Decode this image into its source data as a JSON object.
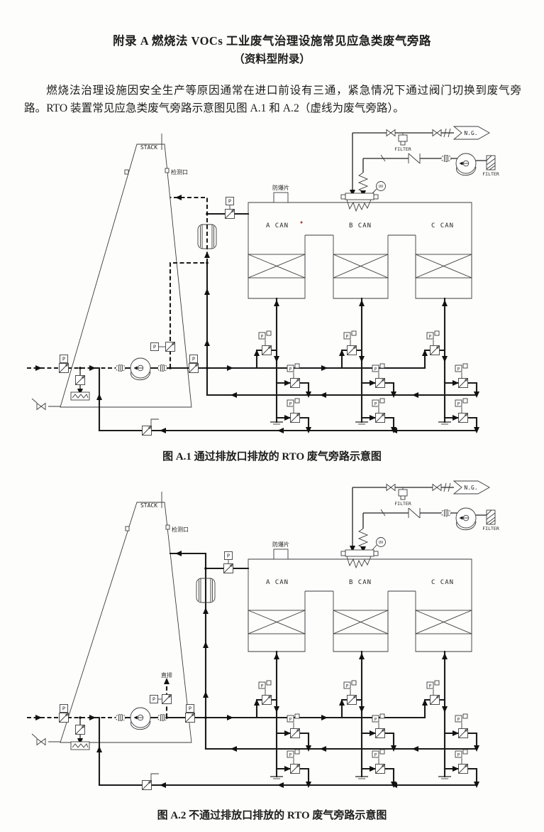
{
  "doc": {
    "title": "附录 A 燃烧法 VOCs 工业废气治理设施常见应急类废气旁路",
    "subtitle": "（资料型附录）",
    "body": "燃烧法治理设施因安全生产等原因通常在进口前设有三通，紧急情况下通过阀门切换到废气旁路。RTO 装置常见应急类废气旁路示意图见图 A.1 和 A.2（虚线为废气旁路）。"
  },
  "figure_a1": {
    "caption": "图 A.1 通过排放口排放的 RTO 废气旁路示意图"
  },
  "figure_a2": {
    "caption": "图 A.2 不通过排放口排放的 RTO 废气旁路示意图"
  },
  "diagram_labels": {
    "stack": "STACK",
    "monitor_port": "检测口",
    "rupture_disc": "防爆片",
    "can_a": "A CAN",
    "can_b": "B CAN",
    "can_c": "C CAN",
    "natural_gas": "N.G.",
    "filter_ng": "FILTER",
    "filter_air": "FILTER",
    "uv_detector": "UV",
    "pressure_tag": "P",
    "direct_discharge": "直排"
  }
}
